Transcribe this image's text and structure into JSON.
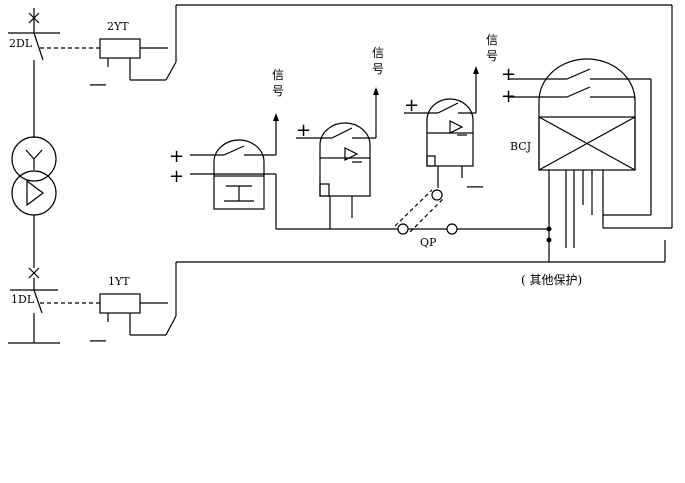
{
  "labels": {
    "breaker_top": "2DL",
    "breaker_bottom": "1DL",
    "trip_coil_top": "2YT",
    "trip_coil_bottom": "1YT",
    "lockout_relay": "BCJ",
    "pressure_plate": "QP",
    "other_protection": "(  其他保护)"
  },
  "signal_text": "信号",
  "signal_chars": [
    "信",
    "号"
  ],
  "plus": "+",
  "minus": "—"
}
